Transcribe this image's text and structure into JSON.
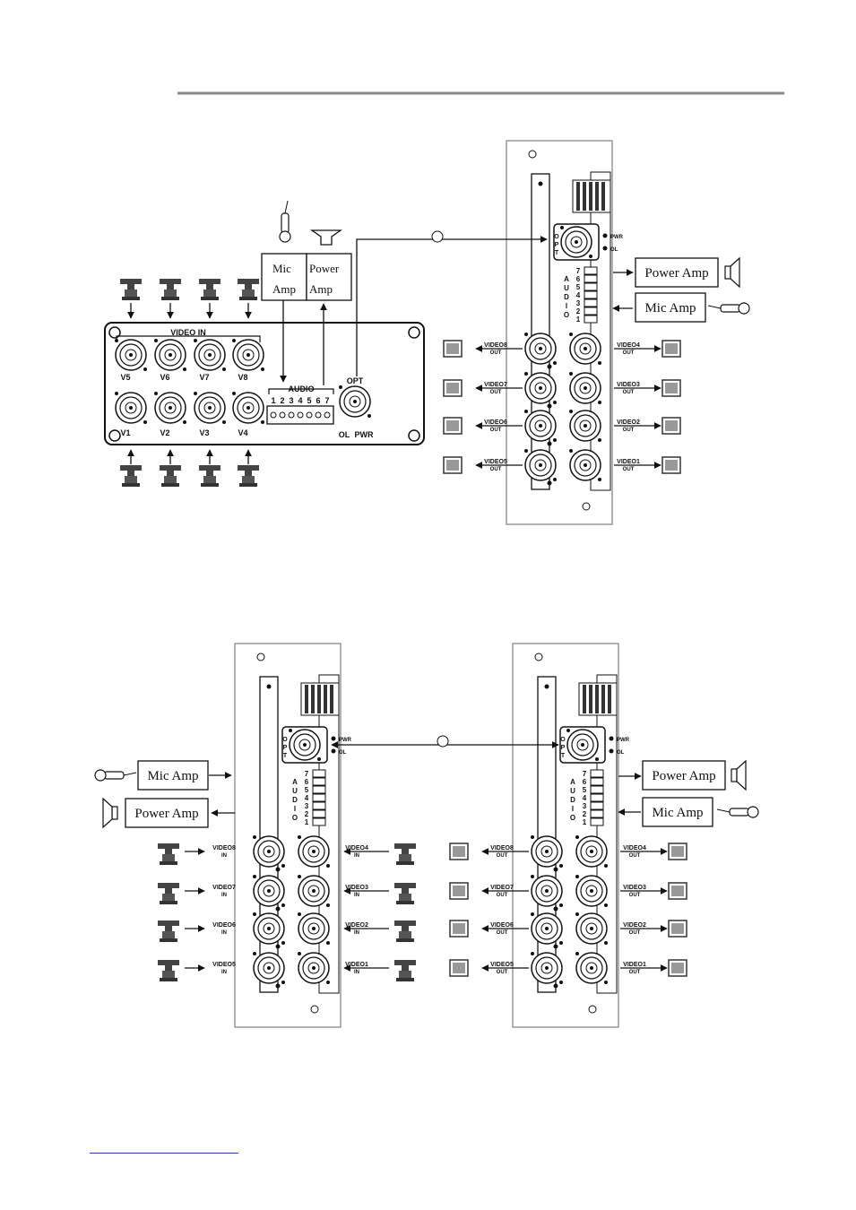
{
  "desktop_unit": {
    "video_in_header": "VIDEO IN",
    "top_inputs": [
      "V5",
      "V6",
      "V7",
      "V8"
    ],
    "bottom_inputs": [
      "V1",
      "V2",
      "V3",
      "V4"
    ],
    "audio_header": "AUDIO",
    "audio_numbers": [
      "1",
      "2",
      "3",
      "4",
      "5",
      "6",
      "7"
    ],
    "opt": "OPT",
    "ol": "OL",
    "pwr": "PWR",
    "mic_amp": [
      "Mic",
      "Amp"
    ],
    "power_amp": [
      "Power",
      "Amp"
    ]
  },
  "card": {
    "pwr": "PWR",
    "ol": "OL",
    "opt_letters": [
      "O",
      "P",
      "T"
    ],
    "audio_letters": [
      "A",
      "U",
      "D",
      "I",
      "O"
    ],
    "audio_numbers": [
      "7",
      "6",
      "5",
      "4",
      "3",
      "2",
      "1"
    ],
    "left_video": [
      "VIDEO8",
      "VIDEO7",
      "VIDEO6",
      "VIDEO5"
    ],
    "right_video": [
      "VIDEO4",
      "VIDEO3",
      "VIDEO2",
      "VIDEO1"
    ],
    "out": "OUT",
    "in": "IN"
  },
  "labels": {
    "power_amp": "Power Amp",
    "mic_amp": "Mic Amp"
  },
  "colors": {
    "line": "#111111",
    "rule": "#888888",
    "link": "#2a3fb0"
  }
}
